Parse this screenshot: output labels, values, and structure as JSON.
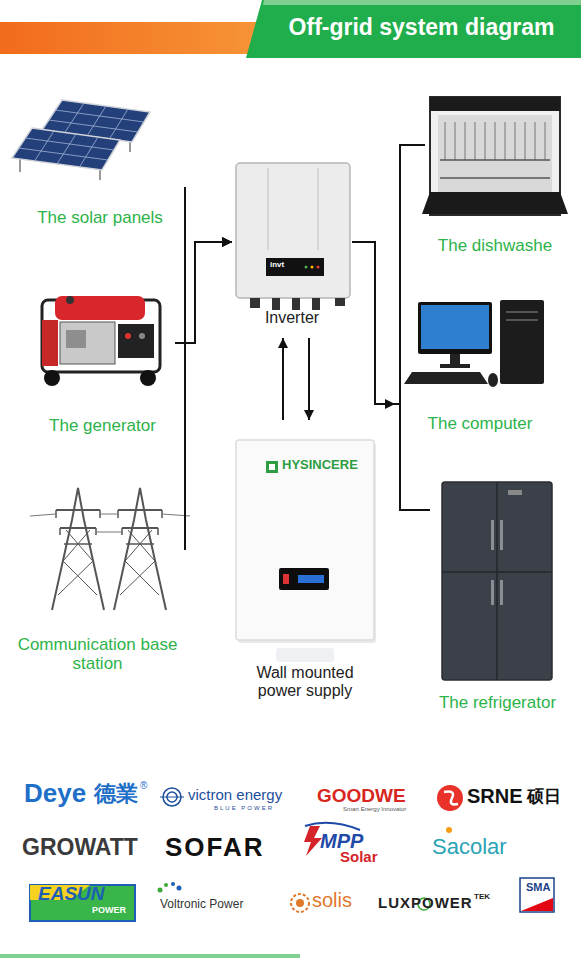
{
  "diagram": {
    "title": "Off-grid system diagram",
    "nodes": [
      {
        "text": [
          "The solar panels"
        ]
      },
      {
        "text": [
          "The generator"
        ]
      },
      {
        "text": [
          "Communication base station"
        ]
      },
      {
        "text": [
          "invt",
          "Inverter"
        ]
      },
      {
        "text": [
          "HYSINCERE",
          "Wall mounted power supply"
        ]
      },
      {
        "text": [
          "The dishwashe"
        ]
      },
      {
        "text": [
          "The computer"
        ]
      },
      {
        "text": [
          "The refrigerator"
        ]
      }
    ],
    "edges": [
      {
        "from": 0,
        "to": 3,
        "arrow": "to"
      },
      {
        "from": 1,
        "to": 3,
        "arrow": "to"
      },
      {
        "from": 2,
        "to": 3,
        "arrow": "to"
      },
      {
        "from": 3,
        "to": 4,
        "arrow": "to"
      },
      {
        "from": 4,
        "to": 3,
        "arrow": "to"
      },
      {
        "from": 3,
        "to": 5,
        "arrow": "none"
      },
      {
        "from": 3,
        "to": 6,
        "arrow": "to"
      },
      {
        "from": 3,
        "to": 7,
        "arrow": "none"
      }
    ],
    "labels": [
      "Deye",
      "德業",
      "®",
      "victron energy",
      "BLUE POWER",
      "GOODWE",
      "Smart Energy Innovator",
      "SRNE",
      "硕日",
      "GROWATT",
      "SOFAR",
      "MPP",
      "Solar",
      "Sacolar",
      "EASUN",
      "POWER",
      "Voltronic Power",
      "solis",
      "LUXPOWER",
      "TEK",
      "SMA"
    ]
  }
}
